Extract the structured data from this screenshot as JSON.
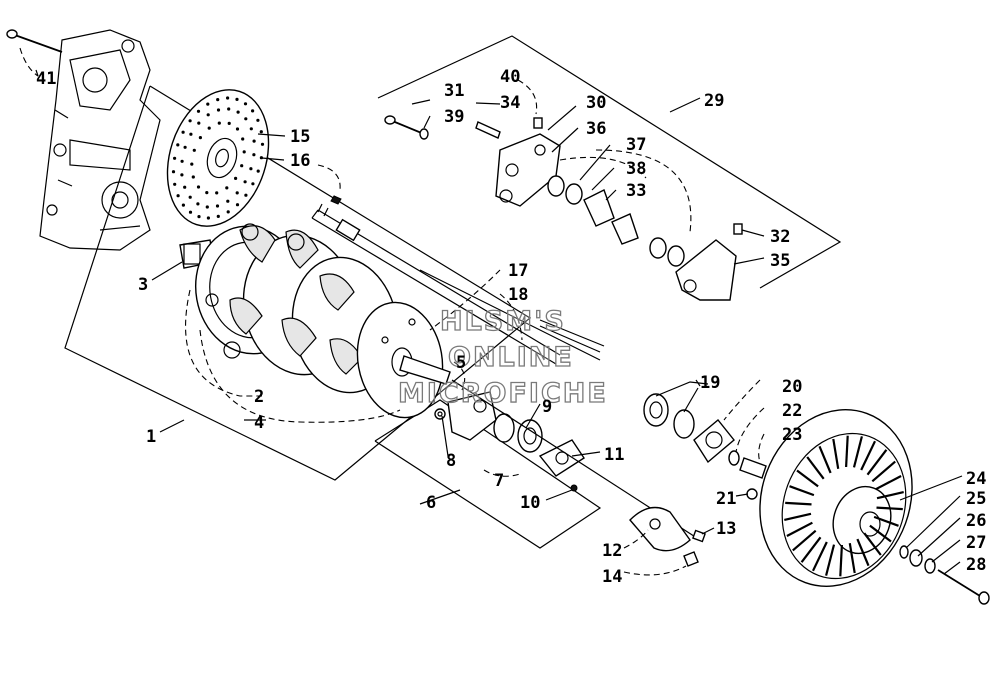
{
  "watermark": {
    "line1": "HLSM'S",
    "line2": "ONLINE",
    "line3": "MICROFICHE"
  },
  "callouts": [
    {
      "id": "1",
      "text": "1"
    },
    {
      "id": "2",
      "text": "2"
    },
    {
      "id": "3",
      "text": "3"
    },
    {
      "id": "4",
      "text": "4"
    },
    {
      "id": "5",
      "text": "5"
    },
    {
      "id": "6",
      "text": "6"
    },
    {
      "id": "7",
      "text": "7"
    },
    {
      "id": "8",
      "text": "8"
    },
    {
      "id": "9",
      "text": "9"
    },
    {
      "id": "10",
      "text": "10"
    },
    {
      "id": "11",
      "text": "11"
    },
    {
      "id": "12",
      "text": "12"
    },
    {
      "id": "13",
      "text": "13"
    },
    {
      "id": "14",
      "text": "14"
    },
    {
      "id": "15",
      "text": "15"
    },
    {
      "id": "16",
      "text": "16"
    },
    {
      "id": "17",
      "text": "17"
    },
    {
      "id": "18",
      "text": "18"
    },
    {
      "id": "19",
      "text": "19"
    },
    {
      "id": "20",
      "text": "20"
    },
    {
      "id": "21",
      "text": "21"
    },
    {
      "id": "22",
      "text": "22"
    },
    {
      "id": "23",
      "text": "23"
    },
    {
      "id": "24",
      "text": "24"
    },
    {
      "id": "25",
      "text": "25"
    },
    {
      "id": "26",
      "text": "26"
    },
    {
      "id": "27",
      "text": "27"
    },
    {
      "id": "28",
      "text": "28"
    },
    {
      "id": "29",
      "text": "29"
    },
    {
      "id": "30",
      "text": "30"
    },
    {
      "id": "31",
      "text": "31"
    },
    {
      "id": "32",
      "text": "32"
    },
    {
      "id": "33",
      "text": "33"
    },
    {
      "id": "34",
      "text": "34"
    },
    {
      "id": "35",
      "text": "35"
    },
    {
      "id": "36",
      "text": "36"
    },
    {
      "id": "37",
      "text": "37"
    },
    {
      "id": "38",
      "text": "38"
    },
    {
      "id": "39",
      "text": "39"
    },
    {
      "id": "40",
      "text": "40"
    },
    {
      "id": "41",
      "text": "41"
    }
  ]
}
